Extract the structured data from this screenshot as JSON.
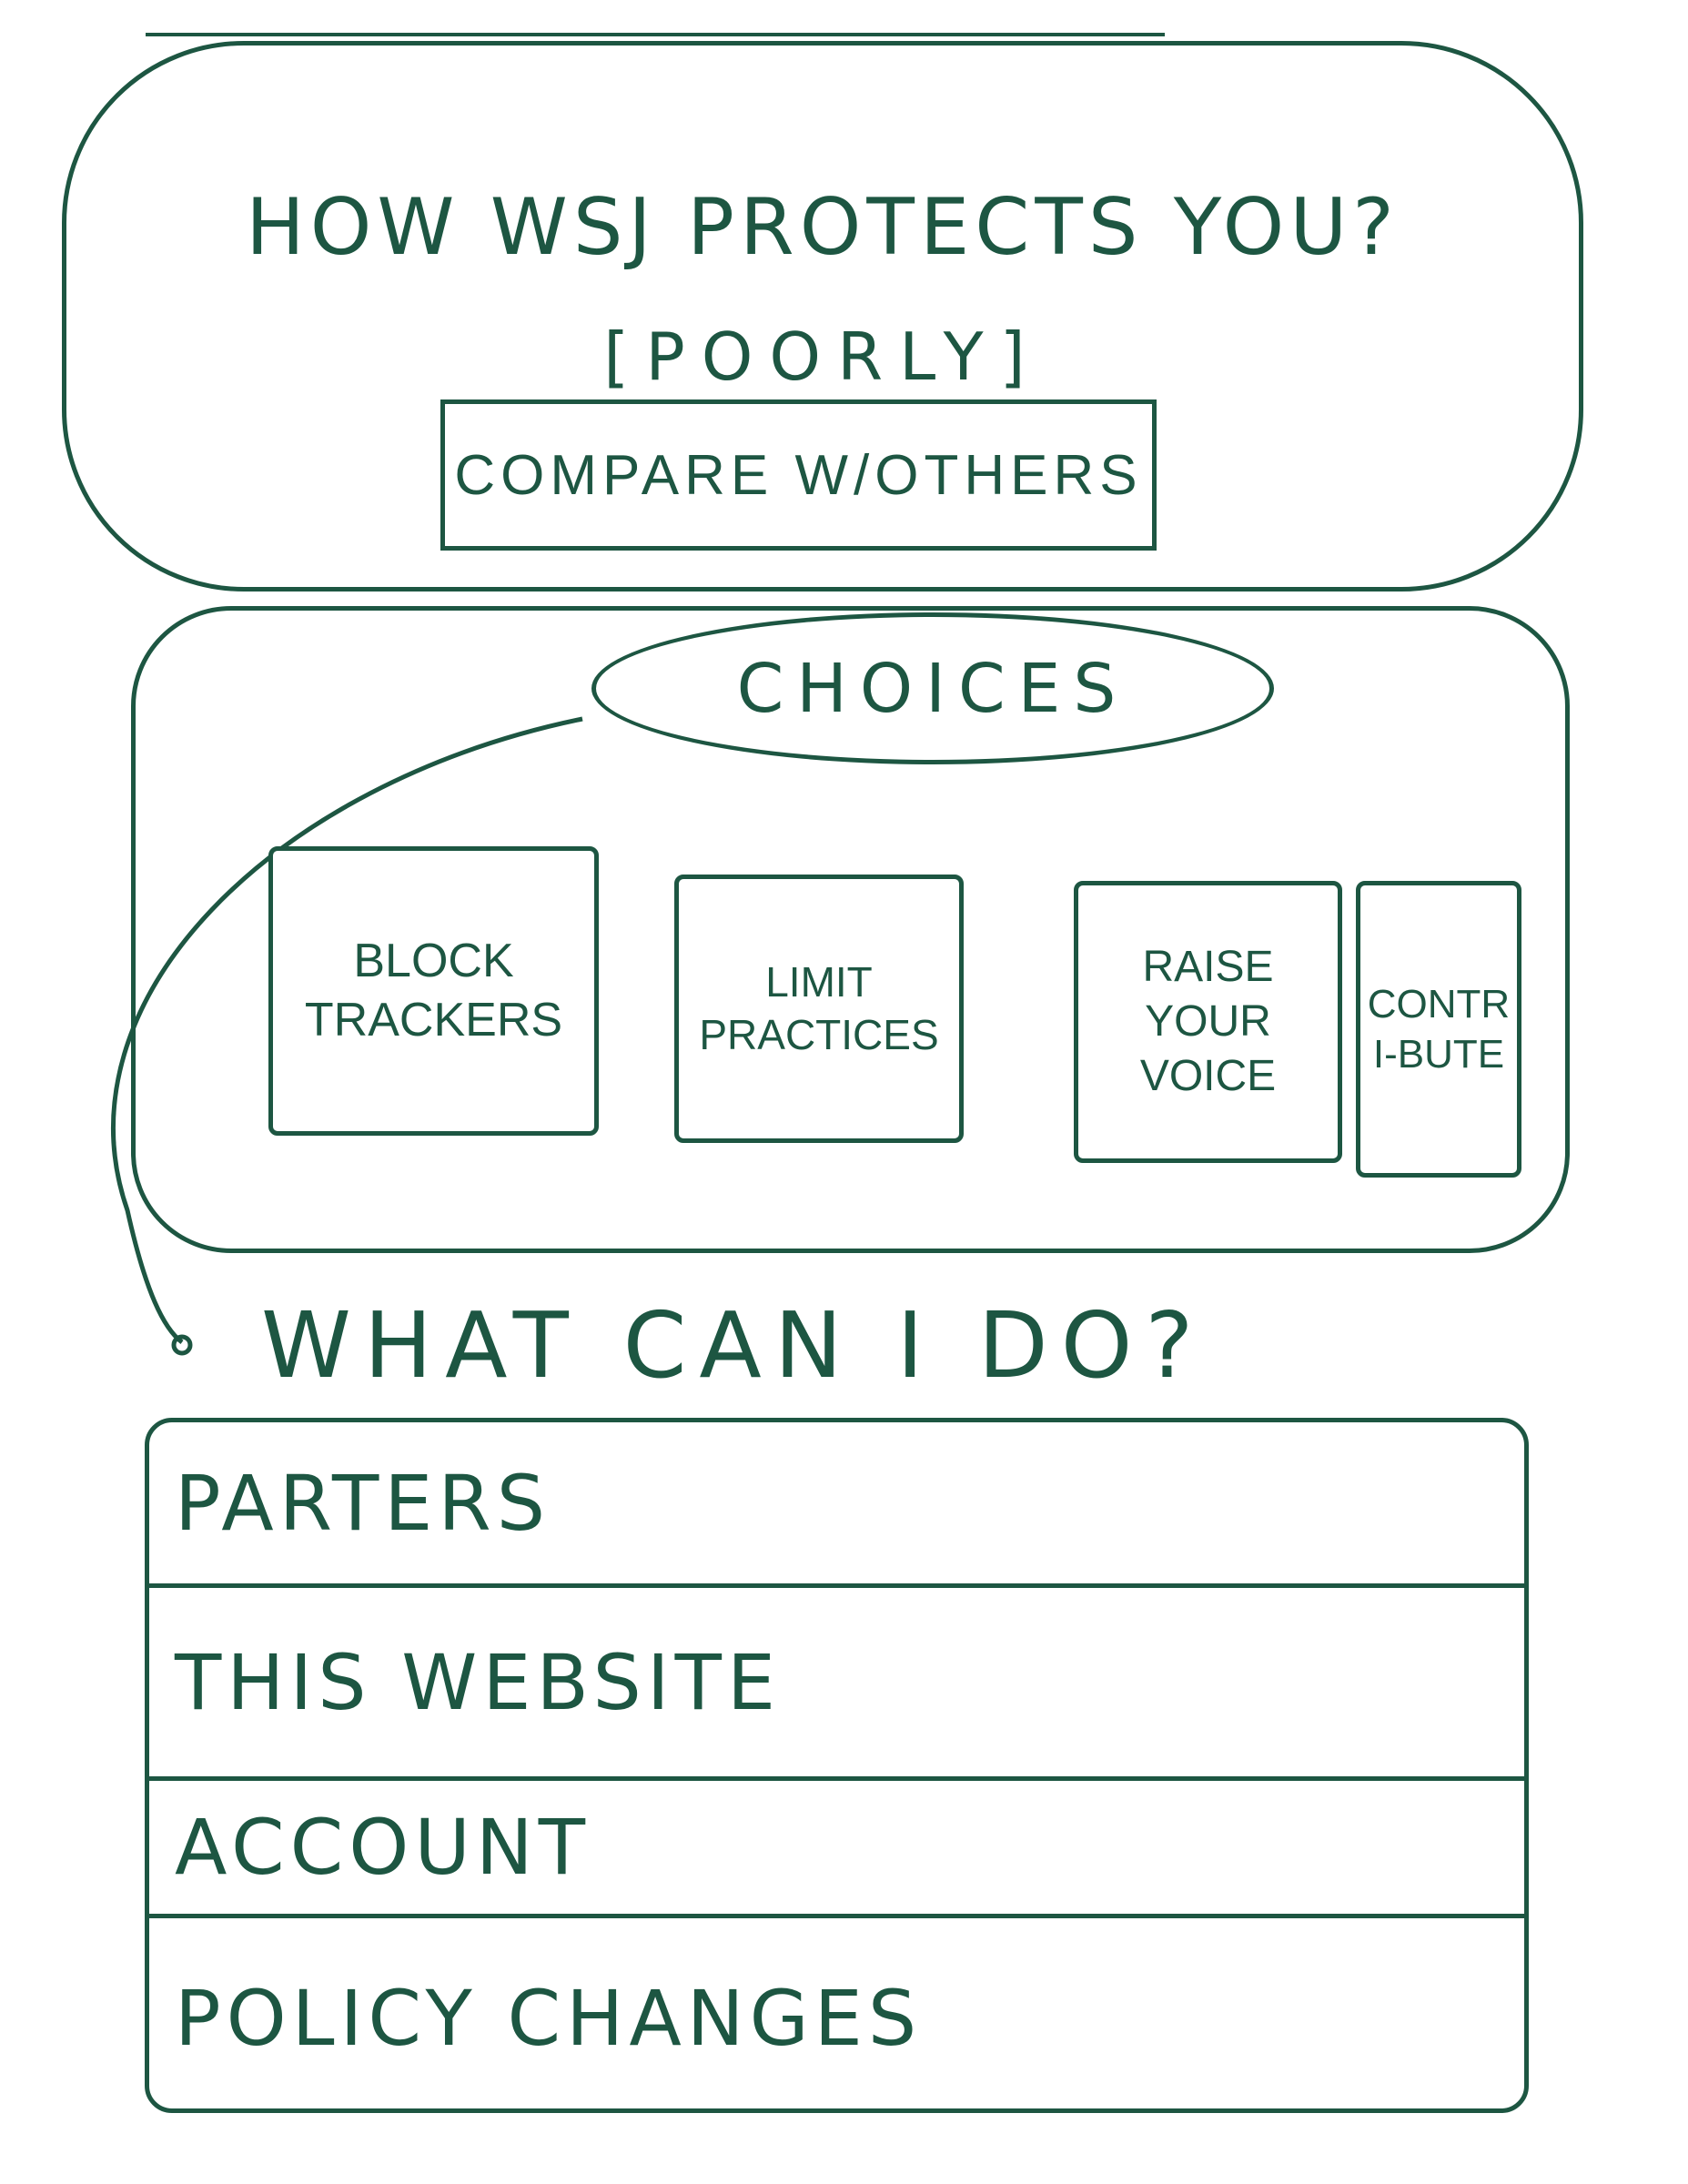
{
  "header": {
    "title": "How WSJ protects you?",
    "rating": "[Poorly]",
    "compare_button": "Compare w/others"
  },
  "choices": {
    "label": "Choices",
    "items": [
      {
        "label": "Block trackers"
      },
      {
        "label": "Limit practices"
      },
      {
        "label": "Raise your voice"
      },
      {
        "label": "Contri-bute"
      }
    ]
  },
  "actions": {
    "heading": "What can I do?",
    "items": [
      {
        "label": "Parters"
      },
      {
        "label": "This website"
      },
      {
        "label": "Account"
      },
      {
        "label": "Policy changes"
      }
    ]
  },
  "colors": {
    "ink": "#1d5642"
  }
}
